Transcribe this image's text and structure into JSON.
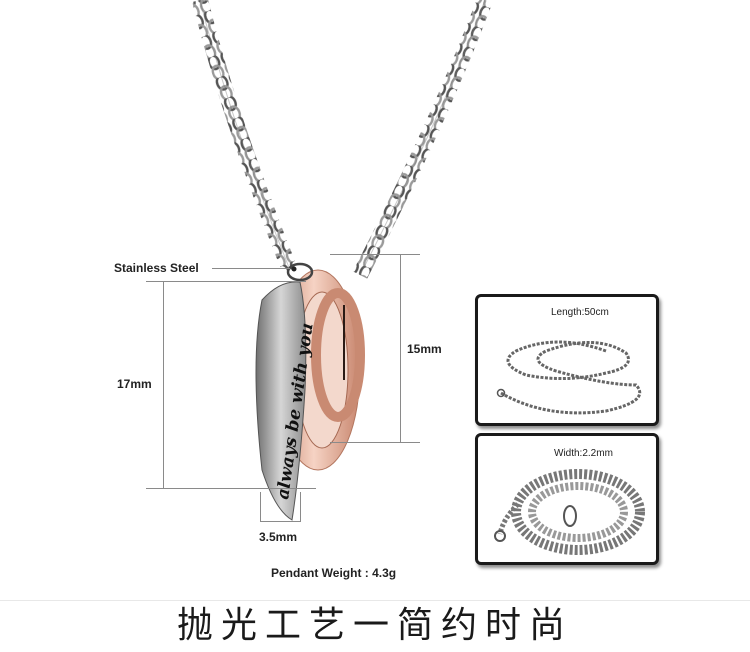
{
  "product": {
    "material_label": "Stainless Steel",
    "total_height_label": "17mm",
    "ring_height_label": "15mm",
    "band_width_label": "3.5mm",
    "weight_label": "Pendant Weight : 4.3g",
    "engraving": "always be with you"
  },
  "detail_panels": [
    {
      "label": "Length:50cm"
    },
    {
      "label": "Width:2.2mm"
    }
  ],
  "footer": {
    "title": "抛光工艺一简约时尚"
  },
  "colors": {
    "rose_gold": "#e7b19c",
    "steel": "#a9a9a9",
    "dimension_line": "#8a8a8a",
    "panel_border": "#1a1a1a"
  }
}
